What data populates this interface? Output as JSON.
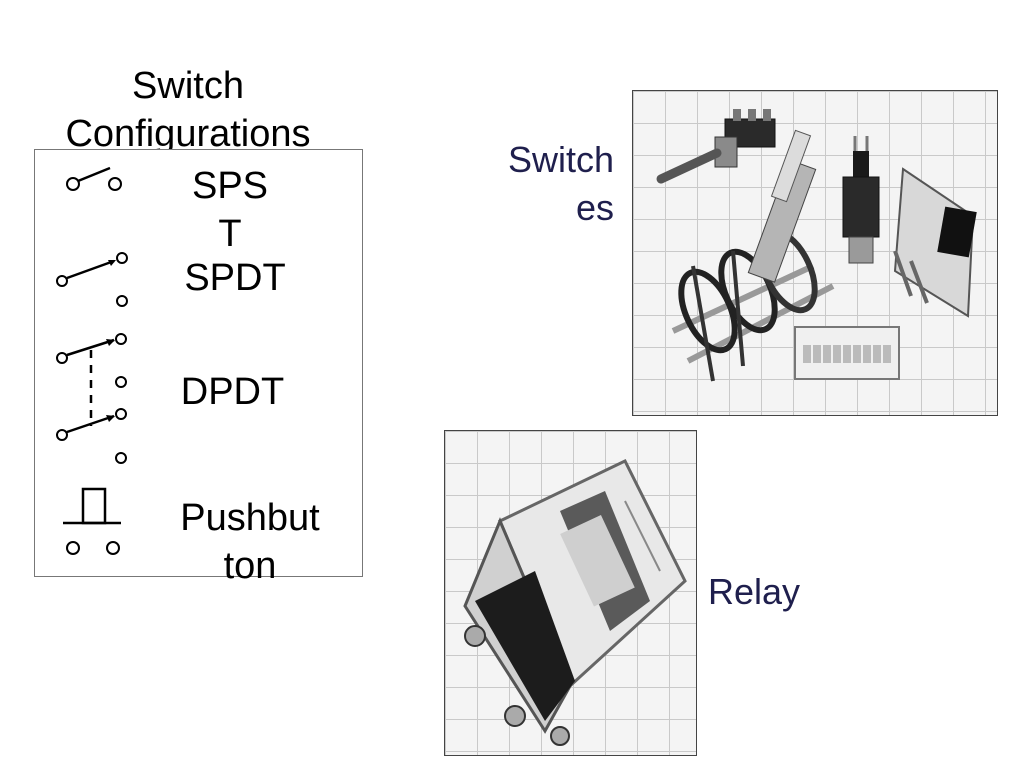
{
  "title": "Switch Configurations",
  "configurations": [
    {
      "name": "SPST",
      "label_line1": "SPS",
      "label_line2": "T"
    },
    {
      "name": "SPDT",
      "label_line1": "SPDT"
    },
    {
      "name": "DPDT",
      "label_line1": "DPDT"
    },
    {
      "name": "Pushbutton",
      "label_line1": "Pushbut",
      "label_line2": "ton"
    }
  ],
  "photos": {
    "switches": {
      "caption_line1": "Switch",
      "caption_line2": "es"
    },
    "relay": {
      "caption": "Relay"
    }
  },
  "colors": {
    "caption_text": "#1f1f4d",
    "box_border": "#777777"
  }
}
